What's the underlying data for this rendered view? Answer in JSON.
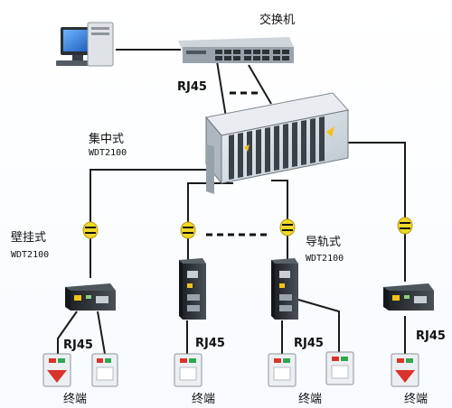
{
  "labels": {
    "switch": "交换机",
    "centralized": "集中式",
    "centralized_model": "WDT2100",
    "wall_mount": "壁挂式",
    "wall_mount_model": "WDT2100",
    "din_rail": "导轨式",
    "din_rail_model": "WDT2100",
    "rj45_top": "RJ45",
    "rj45_left": "RJ45",
    "rj45_mid1": "RJ45",
    "rj45_mid2": "RJ45",
    "rj45_right": "RJ45",
    "terminal_1": "终端",
    "terminal_2": "终端",
    "terminal_3": "终端",
    "terminal_4": "终端"
  },
  "colors": {
    "line": "#1a1a1a",
    "fiber": "#e8d21a",
    "chassis": "#d7dde4",
    "device_dark": "#2b2f33",
    "terminal_red": "#d9342b"
  },
  "icons": {
    "computer": "desktop-computer-icon",
    "switch": "network-switch-icon",
    "chassis": "rack-chassis-icon",
    "converter": "media-converter-icon",
    "terminal": "terminal-device-icon",
    "fiber_connector": "fiber-connector-icon"
  }
}
